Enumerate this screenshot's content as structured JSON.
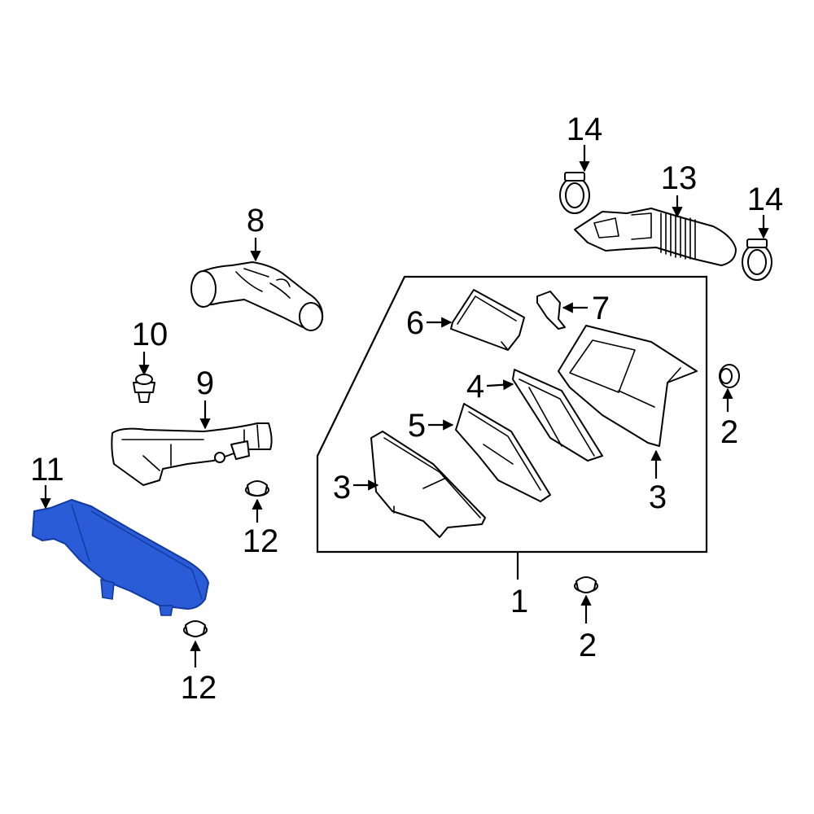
{
  "callouts": {
    "c1": "1",
    "c2a": "2",
    "c2b": "2",
    "c3a": "3",
    "c3b": "3",
    "c4": "4",
    "c5": "5",
    "c6": "6",
    "c7": "7",
    "c8": "8",
    "c9": "9",
    "c10": "10",
    "c11": "11",
    "c12a": "12",
    "c12b": "12",
    "c13": "13",
    "c14a": "14",
    "c14b": "14"
  },
  "colors": {
    "highlight": "#2a5cd8",
    "highlight_stroke": "#123a9e",
    "line": "#000000",
    "background": "#ffffff"
  },
  "highlighted_part": "11"
}
